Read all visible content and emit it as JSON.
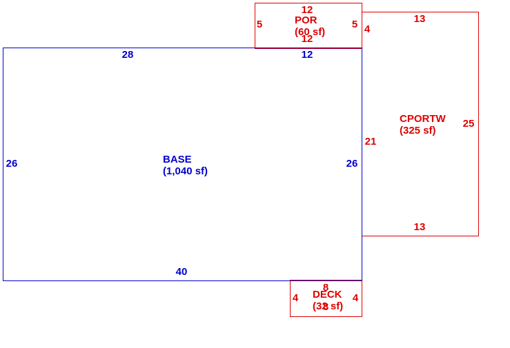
{
  "colors": {
    "base": "#0000cc",
    "addition": "#dd0000",
    "background": "#ffffff"
  },
  "areas": {
    "base": {
      "name": "BASE",
      "size": "(1,040 sf)",
      "dims": {
        "top_left": "28",
        "top_right": "12",
        "left": "26",
        "right": "26",
        "bottom": "40"
      }
    },
    "por": {
      "name": "POR",
      "size": "(60 sf)",
      "dims": {
        "top": "12",
        "bottom": "12",
        "left": "5",
        "right": "5"
      }
    },
    "cportw": {
      "name": "CPORTW",
      "size": "(325 sf)",
      "dims": {
        "top": "13",
        "bottom": "13",
        "left_upper": "4",
        "left_lower": "21",
        "right": "25"
      }
    },
    "deck": {
      "name": "DECK",
      "size": "(32 sf)",
      "dims": {
        "top": "8",
        "bottom": "8",
        "left": "4",
        "right": "4"
      }
    }
  }
}
